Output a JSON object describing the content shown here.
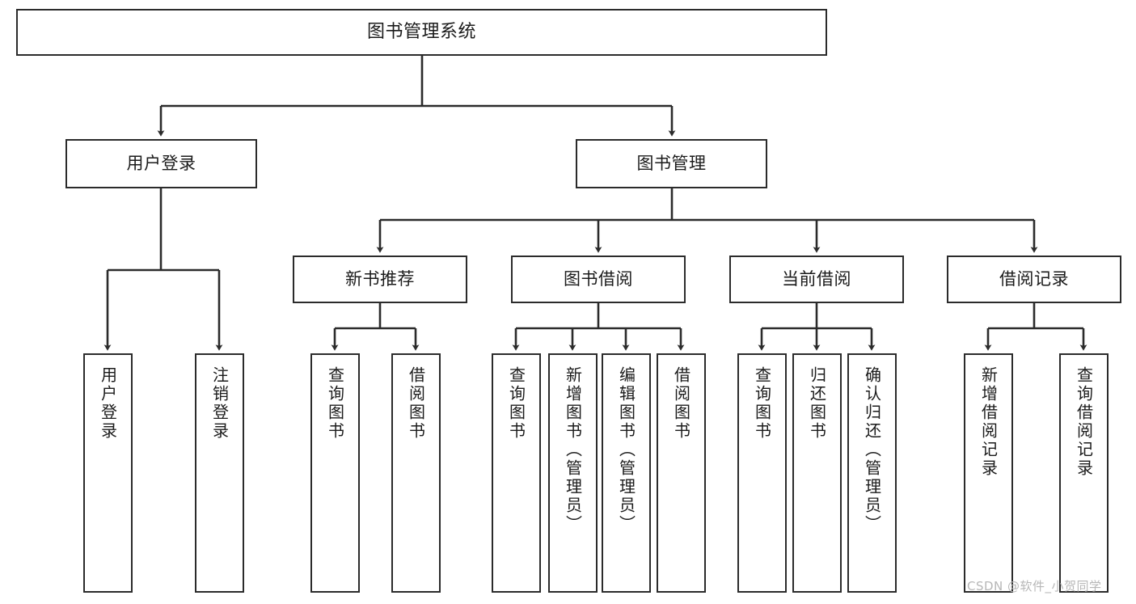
{
  "diagram": {
    "title": "图书管理系统",
    "type": "tree-hierarchy-chart",
    "watermark": "CSDN @软件_小贺同学",
    "colors": {
      "stroke": "#2b2b2b",
      "fill": "#ffffff",
      "text": "#1b1b1b",
      "watermark": "#b7b7b7"
    },
    "nodes": {
      "root": {
        "label": "图书管理系统"
      },
      "level2": [
        {
          "label": "用户登录"
        },
        {
          "label": "图书管理"
        }
      ],
      "level3": [
        {
          "label": "新书推荐"
        },
        {
          "label": "图书借阅"
        },
        {
          "label": "当前借阅"
        },
        {
          "label": "借阅记录"
        }
      ],
      "leaves": {
        "user_login": [
          {
            "label": "用户登录"
          },
          {
            "label": "注销登录"
          }
        ],
        "new_book_recommend": [
          {
            "label": "查询图书"
          },
          {
            "label": "借阅图书"
          }
        ],
        "book_borrow": [
          {
            "label": "查询图书"
          },
          {
            "label": "新增图书（管理员）"
          },
          {
            "label": "编辑图书（管理员）"
          },
          {
            "label": "借阅图书"
          }
        ],
        "current_borrow": [
          {
            "label": "查询图书"
          },
          {
            "label": "归还图书"
          },
          {
            "label": "确认归还（管理员）"
          }
        ],
        "borrow_record": [
          {
            "label": "新增借阅记录"
          },
          {
            "label": "查询借阅记录"
          }
        ]
      }
    }
  }
}
